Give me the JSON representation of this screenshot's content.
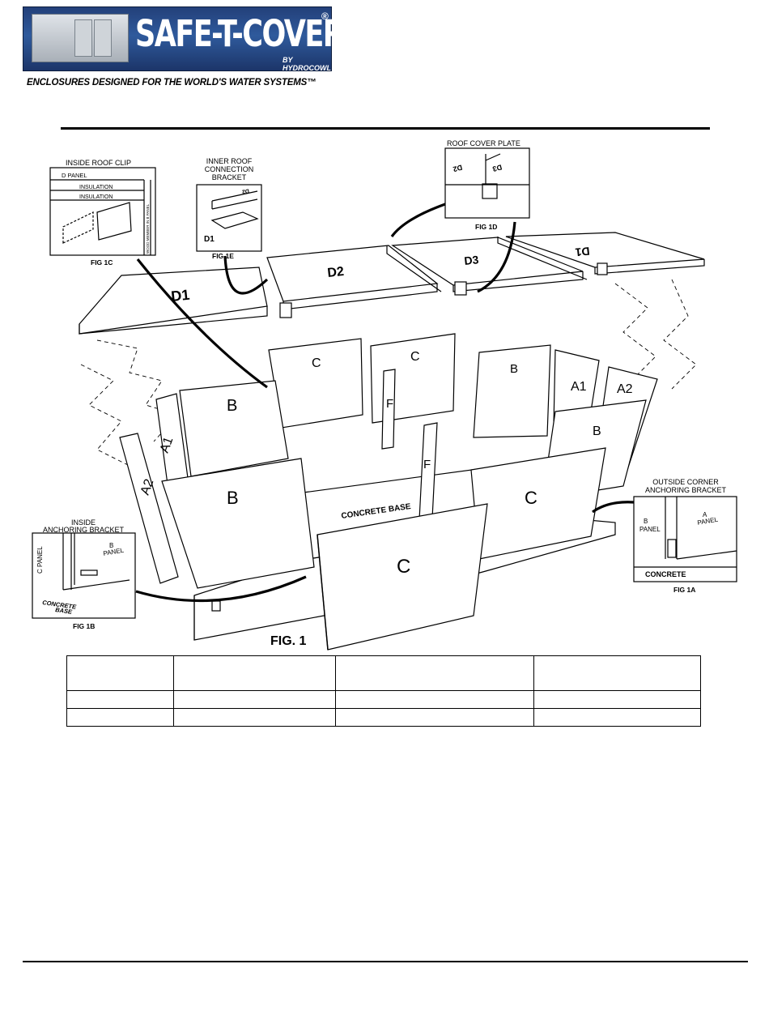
{
  "header": {
    "brand_name": "SAFE-T-COVER",
    "registered_mark": "®",
    "byline": "BY HYDROCOWL",
    "tagline": "ENCLOSURES DESIGNED FOR THE WORLD'S WATER SYSTEMS™"
  },
  "figure": {
    "caption": "FIG. 1",
    "panels": {
      "d1": "D1",
      "d2": "D2",
      "d3": "D3",
      "d4": "D1",
      "c_back_left": "C",
      "c_back_right": "C",
      "b_back": "B",
      "a1_right": "A1",
      "a2_right": "A2",
      "b_right": "B",
      "b_left_back": "B",
      "a1_left": "A1",
      "a2_left": "A2",
      "b_left_front": "B",
      "f_back": "F",
      "f_front": "F",
      "c_right": "C",
      "c_front": "C",
      "concrete_base": "CONCRETE BASE"
    },
    "insets": {
      "fig1c": {
        "title": "INSIDE ROOF CLIP",
        "caption": "FIG 1C",
        "labels": [
          "D PANEL",
          "INSULATION",
          "INSULATION",
          "WOOD MEMBER IN B PANEL"
        ]
      },
      "fig1e": {
        "title": "INNER ROOF CONNECTION BRACKET",
        "title_lines": [
          "INNER ROOF",
          "CONNECTION",
          "BRACKET"
        ],
        "caption": "FIG 1E",
        "labels": [
          "D1",
          "D2"
        ]
      },
      "fig1d": {
        "title": "ROOF COVER PLATE",
        "caption": "FIG 1D",
        "labels": [
          "D2",
          "D3"
        ]
      },
      "fig1b": {
        "title_lines": [
          "INSIDE",
          "ANCHORING BRACKET"
        ],
        "caption": "FIG 1B",
        "labels": [
          "C PANEL",
          "B",
          "PANEL",
          "CONCRETE",
          "BASE"
        ]
      },
      "fig1a": {
        "title_lines": [
          "OUTSIDE CORNER",
          "ANCHORING BRACKET"
        ],
        "caption": "FIG 1A",
        "labels": [
          "B",
          "PANEL",
          "A",
          "PANEL",
          "CONCRETE"
        ]
      }
    }
  },
  "parts_table": {
    "rows": [
      [
        "",
        "",
        "",
        ""
      ],
      [
        "",
        "",
        "",
        ""
      ],
      [
        "",
        "",
        "",
        ""
      ]
    ]
  }
}
